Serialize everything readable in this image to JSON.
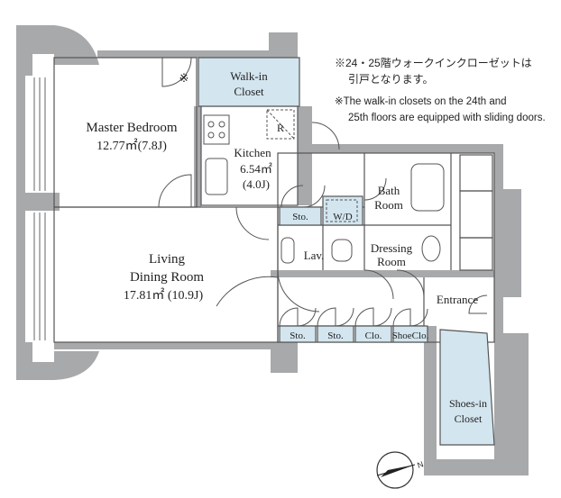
{
  "notes": {
    "jp_line1": "※24・25階ウォークインクローゼットは",
    "jp_line2": "引戸となります。",
    "en_line1": "※The walk-in closets on the 24th and",
    "en_line2": "25th floors are equipped with sliding doors."
  },
  "rooms": {
    "walkin_l1": "Walk-in",
    "walkin_l2": "Closet",
    "master_l1": "Master Bedroom",
    "master_l2": "12.77㎡(7.8J)",
    "kitchen_l1": "Kitchen",
    "kitchen_l2": "6.54㎡",
    "kitchen_l3": "(4.0J)",
    "living_l1": "Living",
    "living_l2": "Dining Room",
    "living_l3": "17.81㎡ (10.9J)",
    "bath_l1": "Bath",
    "bath_l2": "Room",
    "sto1": "Sto.",
    "wd": "W/D",
    "lav": "Lav.",
    "dressing_l1": "Dressing",
    "dressing_l2": "Room",
    "entrance": "Entrance",
    "sto2": "Sto.",
    "sto3": "Sto.",
    "clo": "Clo.",
    "shoeclo": "ShoeClo.",
    "shoesin_l1": "Shoes-in",
    "shoesin_l2": "Closet"
  },
  "marks": {
    "asterisk": "※",
    "fridge": "R",
    "compass_n": "N"
  },
  "colors": {
    "wall": "#a7a9ab",
    "closet": "#d3e5ef",
    "line": "#555555"
  }
}
